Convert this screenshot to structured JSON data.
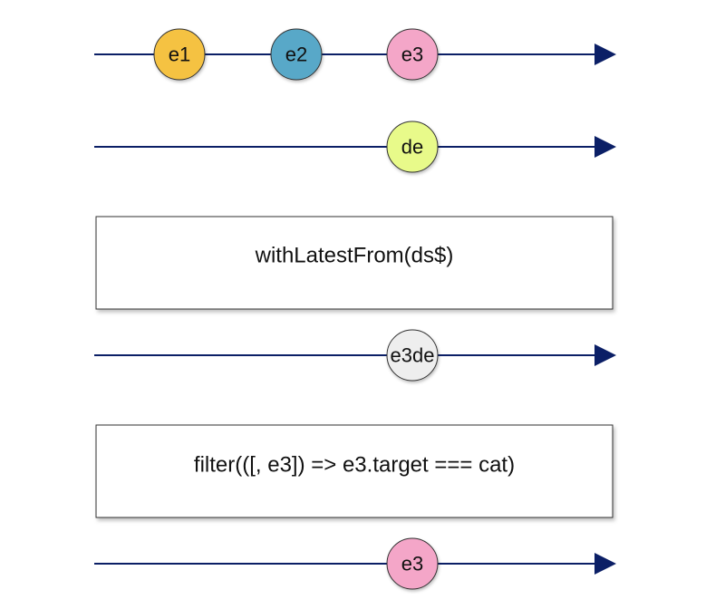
{
  "streams": [
    {
      "name": "input-stream-e",
      "marbles": [
        {
          "label": "e1",
          "color": "#f5c242"
        },
        {
          "label": "e2",
          "color": "#58a8c8"
        },
        {
          "label": "e3",
          "color": "#f4a6c8"
        }
      ]
    },
    {
      "name": "input-stream-ds",
      "marbles": [
        {
          "label": "de",
          "color": "#e8fa8a"
        }
      ]
    },
    {
      "name": "with-latest-from-output-stream",
      "marbles": [
        {
          "label": "e3de",
          "color": "#eeeeee"
        }
      ]
    },
    {
      "name": "filter-output-stream",
      "marbles": [
        {
          "label": "e3",
          "color": "#f4a6c8"
        }
      ]
    }
  ],
  "operators": [
    {
      "label": "withLatestFrom(ds$)"
    },
    {
      "label": "filter(([, e3]) => e3.target === cat)"
    }
  ],
  "colors": {
    "line": "#0b1f66",
    "box_border": "#333333"
  }
}
